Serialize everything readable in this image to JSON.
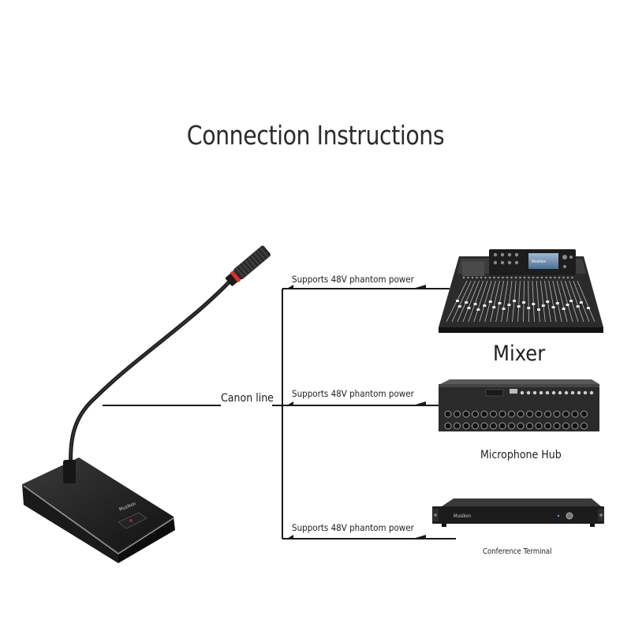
{
  "title": "Connection Instructions",
  "cable_label": "Canon line",
  "connections": [
    {
      "label": "Supports 48V phantom power",
      "device": "Mixer"
    },
    {
      "label": "Supports 48V phantom power",
      "device": "Microphone Hub"
    },
    {
      "label": "Supports 48V phantom power",
      "device": "Conference Terminal"
    }
  ],
  "brand_logo": "Musikon"
}
